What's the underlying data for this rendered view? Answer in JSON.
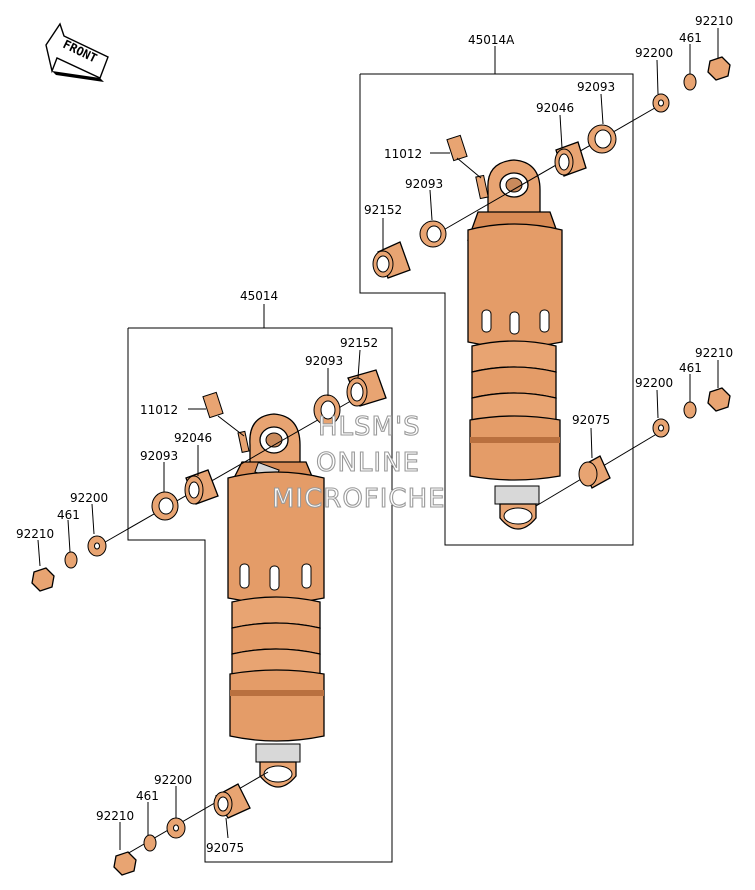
{
  "front_label": "FRONT",
  "assemblies": {
    "right": "45014A",
    "left": "45014"
  },
  "watermark": [
    "HLSM'S",
    "ONLINE",
    "MICROFICHE"
  ],
  "labels": {
    "r_92210": "92210",
    "r_461": "461",
    "r_92200": "92200",
    "r_92093_top": "92093",
    "r_92046": "92046",
    "r_11012": "11012",
    "r_92093_mid": "92093",
    "r_92152": "92152",
    "r_92210_low": "92210",
    "r_461_low": "461",
    "r_92200_low": "92200",
    "r_92075": "92075",
    "l_92152": "92152",
    "l_92093_top": "92093",
    "l_11012": "11012",
    "l_92046": "92046",
    "l_92093_mid": "92093",
    "l_92200": "92200",
    "l_461": "461",
    "l_92210": "92210",
    "l_92200_low": "92200",
    "l_461_low": "461",
    "l_92210_low": "92210",
    "l_92075": "92075"
  },
  "colors": {
    "part_fill": "#e8a472",
    "body_fill": "#e49c68",
    "dark_band": "#b9703f",
    "line": "#000000"
  }
}
